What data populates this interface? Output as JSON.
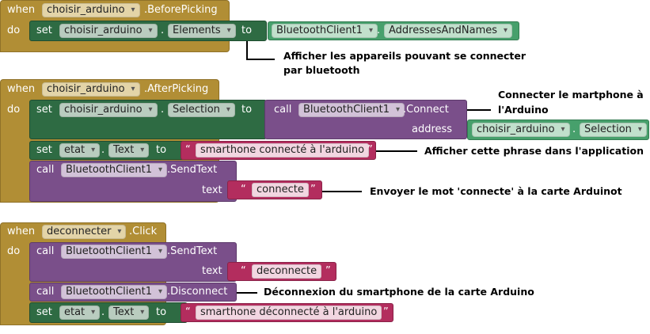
{
  "common": {
    "when": "when",
    "do": "do",
    "set": "set",
    "to": "to",
    "call": "call",
    "dot": ".",
    "quote_open": "“",
    "quote_close": "”"
  },
  "block1": {
    "component": "choisir_arduino",
    "event": ".BeforePicking",
    "set_target": "choisir_arduino",
    "set_prop": "Elements",
    "source_component": "BluetoothClient1",
    "source_prop": "AddressesAndNames"
  },
  "block2": {
    "component": "choisir_arduino",
    "event": ".AfterPicking",
    "set1_target": "choisir_arduino",
    "set1_prop": "Selection",
    "call_component": "BluetoothClient1",
    "call_method": ".Connect",
    "address_label": "address",
    "addr_component": "choisir_arduino",
    "addr_prop": "Selection",
    "set2_target": "etat",
    "set2_prop": "Text",
    "set2_string": "smarthone connecté à l'arduino",
    "call2_component": "BluetoothClient1",
    "call2_method": ".SendText",
    "text_label": "text",
    "text_string": "connecte"
  },
  "block3": {
    "component": "deconnecter",
    "event": ".Click",
    "call1_component": "BluetoothClient1",
    "call1_method": ".SendText",
    "text_label": "text",
    "text_string": "deconnecte",
    "call2_component": "BluetoothClient1",
    "call2_method": ".Disconnect",
    "set_target": "etat",
    "set_prop": "Text",
    "set_string": "smarthone déconnecté à l'arduino"
  },
  "annotations": {
    "a1_line1": "Afficher les appareils pouvant se connecter",
    "a1_line2": "par bluetooth",
    "a2_line1": "Connecter le martphone à",
    "a2_line2": "l'Arduino",
    "a3": "Afficher cette phrase dans l'application",
    "a4": "Envoyer le mot 'connecte' à la carte Arduinot",
    "a5": "Déconnexion du smartphone de la carte Arduino"
  },
  "colors": {
    "event": "#b18e35",
    "setter": "#2e6b43",
    "getter": "#47a06c",
    "procedure": "#7a4f8a",
    "text": "#b32d5e"
  }
}
